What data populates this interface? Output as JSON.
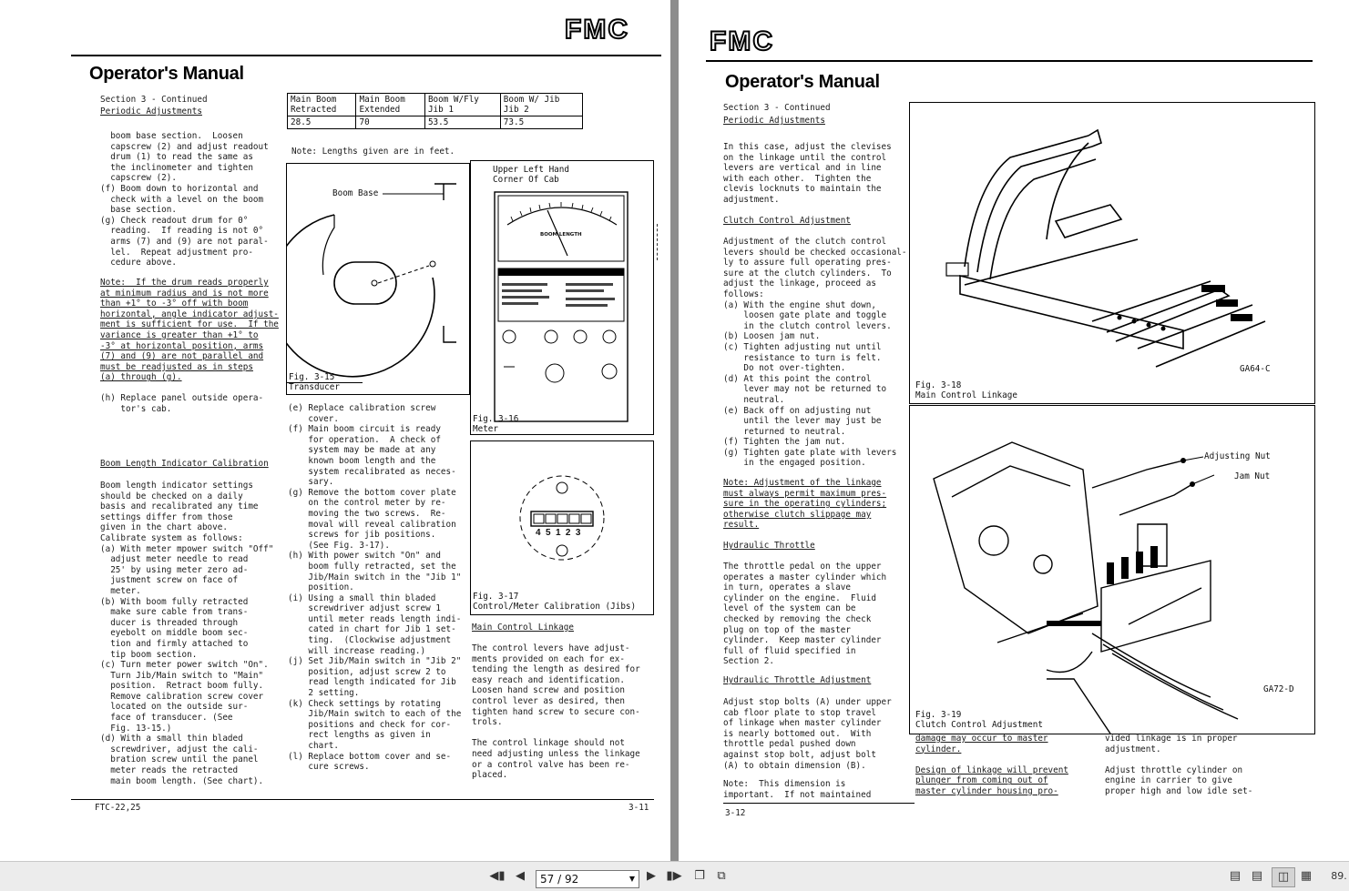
{
  "brand": "FMC",
  "left": {
    "title": "Operator's Manual",
    "section": "Section 3 - Continued",
    "subsection": "Periodic Adjustments",
    "table": {
      "headers": [
        [
          "Main Boom",
          "Retracted"
        ],
        [
          "Main Boom",
          "Extended"
        ],
        [
          "Boom W/Fly",
          "Jib 1"
        ],
        [
          "Boom W/ Jib",
          "Jib 2"
        ]
      ],
      "values": [
        "28.5",
        "70",
        "53.5",
        "73.5"
      ]
    },
    "note_table": "Note: Lengths given are in feet.",
    "col1_top": "  boom base section.  Loosen\n  capscrew (2) and adjust readout\n  drum (1) to read the same as\n  the inclinometer and tighten\n  capscrew (2).\n(f) Boom down to horizontal and\n  check with a level on the boom\n  base section.\n(g) Check readout drum for 0°\n  reading.  If reading is not 0°\n  arms (7) and (9) are not paral-\n  lel.  Repeat adjustment pro-\n  cedure above.",
    "col1_note": "Note:  If the drum reads properly\nat minimum radius and is not more\nthan +1° to -3° off with boom\nhorizontal, angle indicator adjust-\nment is sufficient for use.  If the\nvariance is greater than +1° to\n-3° at horizontal position, arms\n(7) and (9) are not parallel and\nmust be readjusted as in steps\n(a) through (g).",
    "col1_h": "(h) Replace panel outside opera-\n    tor's cab.",
    "heading_calibration": "Boom Length Indicator Calibration",
    "col1_bottom": "Boom length indicator settings\nshould be checked on a daily\nbasis and recalibrated any time\nsettings differ from those\ngiven in the chart above.\nCalibrate system as follows:\n(a) With meter mpower switch \"Off\"\n  adjust meter needle to read\n  25' by using meter zero ad-\n  justment screw on face of\n  meter.\n(b) With boom fully retracted\n  make sure cable from trans-\n  ducer is threaded through\n  eyebolt on middle boom sec-\n  tion and firmly attached to\n  tip boom section.\n(c) Turn meter power switch \"On\".\n  Turn Jib/Main switch to \"Main\"\n  position.  Retract boom fully.\n  Remove calibration screw cover\n  located on the outside sur-\n  face of transducer. (See\n  Fig. 13-15.)\n(d) With a small thin bladed\n  screwdriver, adjust the cali-\n  bration screw until the panel\n  meter reads the retracted\n  main boom length. (See chart).",
    "fig_15_label": "Boom Base",
    "fig_15_caption": "Fig. 3-15\nTransducer",
    "fig_16_label": "Upper Left Hand\nCorner Of Cab",
    "fig_16_meter_text": "BOOM LENGTH",
    "fig_16_caption": "Fig. 3-16\nMeter",
    "fig_17_digits": [
      "4",
      "5",
      "1",
      "2",
      "3"
    ],
    "fig_17_caption": "Fig. 3-17\nControl/Meter Calibration (Jibs)",
    "col2_text": "(e) Replace calibration screw\n    cover.\n(f) Main boom circuit is ready\n    for operation.  A check of\n    system may be made at any\n    known boom length and the\n    system recalibrated as neces-\n    sary.\n(g) Remove the bottom cover plate\n    on the control meter by re-\n    moving the two screws.  Re-\n    moval will reveal calibration\n    screws for jib positions.\n    (See Fig. 3-17).\n(h) With power switch \"On\" and\n    boom fully retracted, set the\n    Jib/Main switch in the \"Jib 1\"\n    position.\n(i) Using a small thin bladed\n    screwdriver adjust screw 1\n    until meter reads length indi-\n    cated in chart for Jib 1 set-\n    ting.  (Clockwise adjustment\n    will increase reading.)\n(j) Set Jib/Main switch in \"Jib 2\"\n    position, adjust screw 2 to\n    read length indicated for Jib\n    2 setting.\n(k) Check settings by rotating\n    Jib/Main switch to each of the\n    positions and check for cor-\n    rect lengths as given in\n    chart.\n(l) Replace bottom cover and se-\n    cure screws.",
    "heading_main_linkage": "Main Control Linkage",
    "col3_text": "The control levers have adjust-\nments provided on each for ex-\ntending the length as desired for\neasy reach and identification.\nLoosen hand screw and position\ncontrol lever as desired, then\ntighten hand screw to secure con-\ntrols.\n\nThe control linkage should not\nneed adjusting unless the linkage\nor a control valve has been re-\nplaced.",
    "footer_left": "FTC-22,25",
    "footer_right": "3-11"
  },
  "right": {
    "title": "Operator's Manual",
    "section": "Section 3 - Continued",
    "subsection": "Periodic Adjustments",
    "intro": "In this case, adjust the clevises\non the linkage until the control\nlevers are vertical and in line\nwith each other.  Tighten the\nclevis locknuts to maintain the\nadjustment.",
    "heading_clutch": "Clutch Control Adjustment",
    "clutch_text": "Adjustment of the clutch control\nlevers should be checked occasional-\nly to assure full operating pres-\nsure at the clutch cylinders.  To\nadjust the linkage, proceed as\nfollows:\n(a) With the engine shut down,\n    loosen gate plate and toggle\n    in the clutch control levers.\n(b) Loosen jam nut.\n(c) Tighten adjusting nut until\n    resistance to turn is felt.\n    Do not over-tighten.\n(d) At this point the control\n    lever may not be returned to\n    neutral.\n(e) Back off on adjusting nut\n    until the lever may just be\n    returned to neutral.\n(f) Tighten the jam nut.\n(g) Tighten gate plate with levers\n    in the engaged position.",
    "clutch_note": "Note: Adjustment of the linkage\nmust always permit maximum pres-\nsure in the operating cylinders;\notherwise clutch slippage may\nresult.",
    "heading_throttle": "Hydraulic Throttle",
    "throttle_text": "The throttle pedal on the upper\noperates a master cylinder which\nin turn, operates a slave\ncylinder on the engine.  Fluid\nlevel of the system can be\nchecked by removing the check\nplug on top of the master\ncylinder.  Keep master cylinder\nfull of fluid specified in\nSection 2.",
    "heading_throttle_adj": "Hydraulic Throttle Adjustment",
    "throttle_adj_text": "Adjust stop bolts (A) under upper\ncab floor plate to stop travel\nof linkage when master cylinder\nis nearly bottomed out.  With\nthrottle pedal pushed down\nagainst stop bolt, adjust bolt\n(A) to obtain dimension (B).",
    "note_dimension": "Note:  This dimension is\nimportant.  If not maintained",
    "fig_18_code": "GA64-C",
    "fig_18_caption": "Fig. 3-18\nMain Control Linkage",
    "fig_19_label_adj": "Adjusting Nut",
    "fig_19_label_jam": "Jam Nut",
    "fig_19_code": "GA72-D",
    "fig_19_caption": "Fig. 3-19\nClutch Control Adjustment",
    "bottom_col_a": "damage may occur to master\ncylinder.\n\nDesign of linkage will prevent\nplunger from coming out of\nmaster cylinder housing pro-",
    "bottom_col_b": "vided linkage is in proper\nadjustment.\n\nAdjust throttle cylinder on\nengine in carrier to give\nproper high and low idle set-",
    "footer_left": "3-12"
  },
  "toolbar": {
    "page_indicator": "57 / 92",
    "zoom": "89."
  }
}
